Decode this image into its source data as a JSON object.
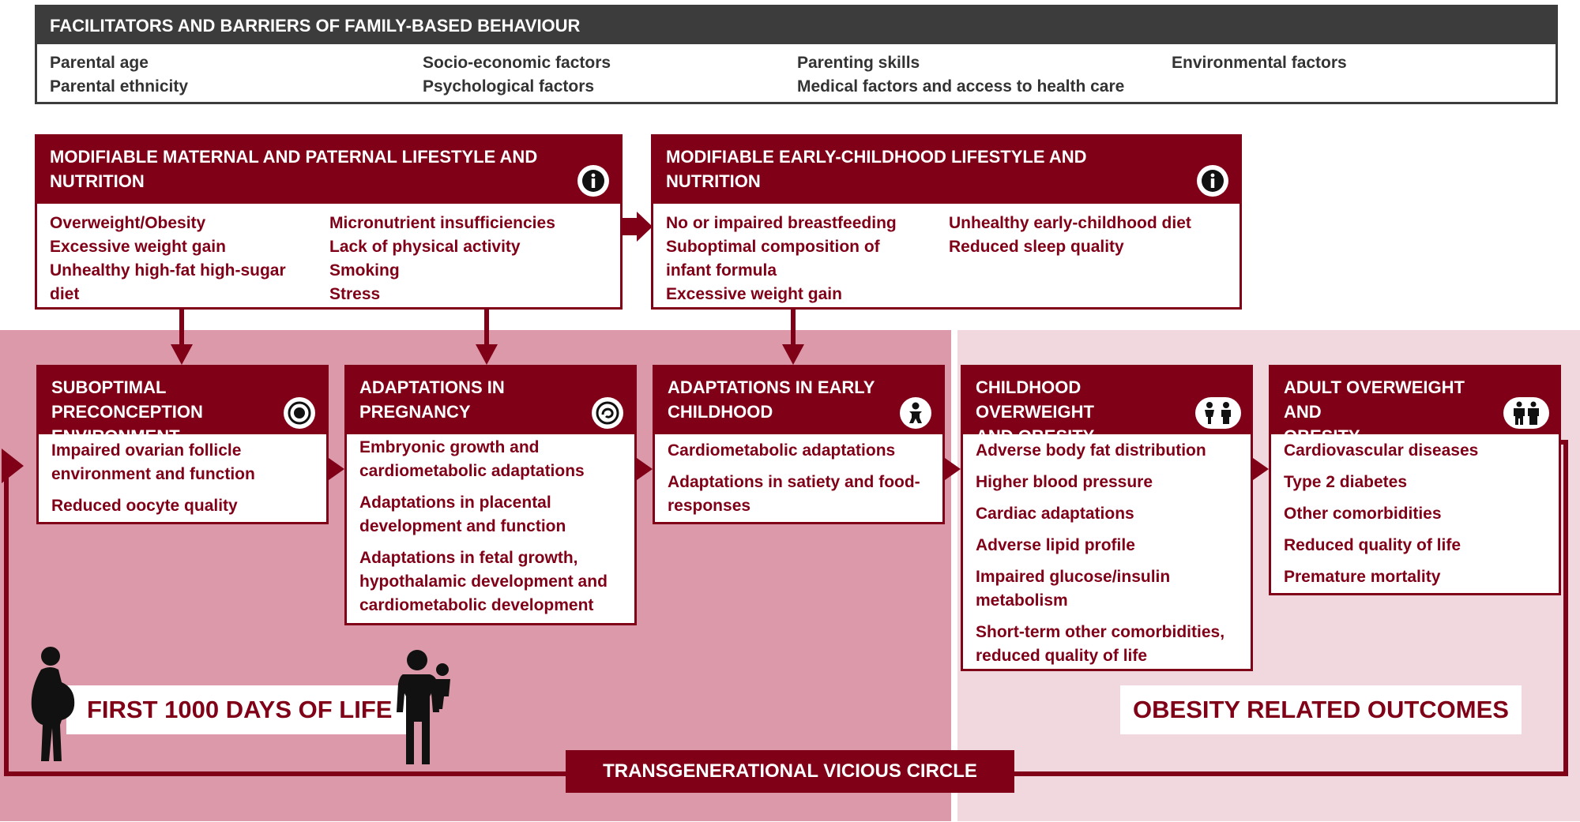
{
  "facilitators": {
    "title": "FACILITATORS AND BARRIERS OF FAMILY-BASED BEHAVIOUR",
    "items": [
      "Parental age",
      "Parental ethnicity",
      "Socio-economic factors",
      "Psychological factors",
      "Parenting skills",
      "Medical factors and access to health care",
      "Environmental factors"
    ]
  },
  "modifiable_parental": {
    "title_line1": "MODIFIABLE MATERNAL  AND PATERNAL LIFESTYLE AND",
    "title_line2": "NUTRITION",
    "col1": [
      "Overweight/Obesity",
      "Excessive weight gain",
      "Unhealthy high-fat high-sugar",
      "diet"
    ],
    "col2": [
      "Micronutrient insufficiencies",
      "Lack of physical activity",
      "Smoking",
      "Stress"
    ]
  },
  "modifiable_childhood": {
    "title": "MODIFIABLE EARLY-CHILDHOOD LIFESTYLE AND NUTRITION",
    "col1": [
      "No or impaired breastfeeding",
      "Suboptimal composition of",
      "infant formula",
      "Excessive weight gain"
    ],
    "col2": [
      "Unhealthy early-childhood diet",
      "Reduced sleep quality"
    ]
  },
  "stages": [
    {
      "title_line1": "SUBOPTIMAL PRECONCEPTION",
      "title_line2": "ENVIRONMENT",
      "lines": [
        "Impaired ovarian follicle",
        "environment and function",
        "Reduced oocyte quality"
      ]
    },
    {
      "title_line1": "ADAPTATIONS IN",
      "title_line2": "PREGNANCY",
      "lines": [
        "Embryonic growth and",
        "cardiometabolic adaptations",
        "Adaptations in placental",
        "development and function",
        "Adaptations in fetal growth,",
        "hypothalamic development and",
        "cardiometabolic development"
      ]
    },
    {
      "title_line1": "ADAPTATIONS IN EARLY",
      "title_line2": "CHILDHOOD",
      "lines": [
        "Cardiometabolic adaptations",
        "Adaptations in satiety and food-",
        "responses"
      ]
    },
    {
      "title_line1": "CHILDHOOD OVERWEIGHT",
      "title_line2": "AND OBESITY",
      "lines": [
        "Adverse body fat distribution",
        "Higher blood pressure",
        "Cardiac adaptations",
        "Adverse lipid profile",
        "Impaired glucose/insulin",
        "metabolism",
        "Short-term other comorbidities,",
        "reduced quality of life"
      ]
    },
    {
      "title_line1": "ADULT OVERWEIGHT AND",
      "title_line2": "OBESITY",
      "lines": [
        "Cardiovascular diseases",
        "Type 2 diabetes",
        "Other comorbidities",
        "Reduced quality of life",
        "Premature mortality"
      ]
    }
  ],
  "labels": {
    "first_1000_days": "FIRST 1000 DAYS OF LIFE",
    "obesity_outcomes": "OBESITY RELATED OUTCOMES",
    "vicious_circle": "TRANSGENERATIONAL VICIOUS CIRCLE"
  },
  "colors": {
    "dark_red": "#800018",
    "panel_left": "#dc99a9",
    "panel_right": "#f1d7de",
    "header_gray": "#3c3c3c"
  }
}
